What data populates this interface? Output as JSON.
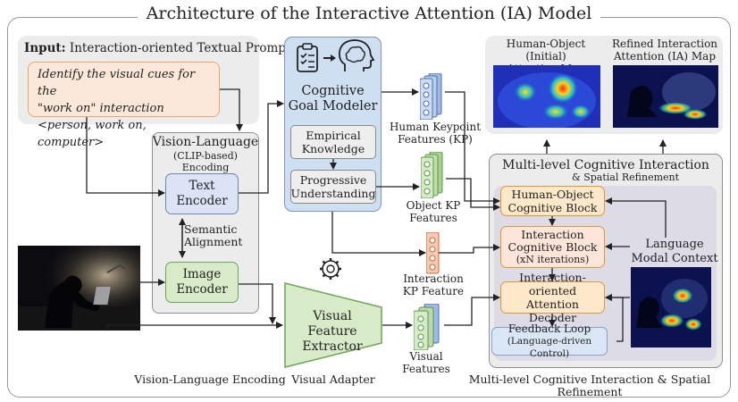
{
  "title": "Architecture of the Interactive Attention (IA) Model",
  "input": {
    "heading": "Input:",
    "heading_rest": "Interaction-oriented Textual Prompt",
    "prompt_line1": "Identify the visual cues for the",
    "prompt_line2": "\"work on\" interaction",
    "prompt_line3": "<person, work on, computer>"
  },
  "vl_encoding": {
    "title": "Vision-Language",
    "subtitle": "(CLIP-based) Encoding",
    "text_encoder": [
      "Text",
      "Encoder"
    ],
    "semantic_alignment": [
      "Semantic",
      "Alignment"
    ],
    "image_encoder": [
      "Image",
      "Encoder"
    ],
    "caption": "Vision-Language Encoding"
  },
  "goal_modeler": {
    "title": [
      "Cognitive",
      "Goal Modeler"
    ],
    "empirical": [
      "Empirical",
      "Knowledge"
    ],
    "progressive": [
      "Progressive",
      "Understanding"
    ]
  },
  "features": {
    "human_kp": [
      "Human Keypoint",
      "Features (KP)"
    ],
    "object_kp": [
      "Object KP",
      "Features"
    ],
    "interaction_kp": [
      "Interaction",
      "KP Feature"
    ],
    "visual": [
      "Visual",
      "Features"
    ]
  },
  "visual_adapter": {
    "block": [
      "Visual Feature",
      "Extractor"
    ],
    "caption": "Visual Adapter"
  },
  "attention_maps": {
    "initial": [
      "Human-Object (Initial)",
      "Attention Map"
    ],
    "refined": [
      "Refined Interaction",
      "Attention (IA) Map"
    ]
  },
  "cognitive_interaction": {
    "title": "Multi-level Cognitive Interaction",
    "subtitle": "& Spatial Refinement",
    "ho_block": [
      "Human-Object",
      "Cognitive Block"
    ],
    "interaction_block": [
      "Interaction",
      "Cognitive Block",
      "(xN iterations)"
    ],
    "decoder": [
      "Interaction-oriented",
      "Attention Decoder"
    ],
    "feedback": [
      "Feedback Loop",
      "(Language-driven Control)"
    ],
    "language_context": [
      "Language",
      "Modal Context"
    ],
    "caption": "Multi-level Cognitive Interaction & Spatial Refinement"
  },
  "colors": {
    "text_encoder": "#dbe3f4",
    "image_encoder": "#d7ebc9",
    "goal_modeler": "#cfdff2",
    "prompt_bg": "#fbe8d8",
    "block_fill": "#fde9d4",
    "block_border": "#e0963b",
    "feedback": "#d9e6f5"
  }
}
